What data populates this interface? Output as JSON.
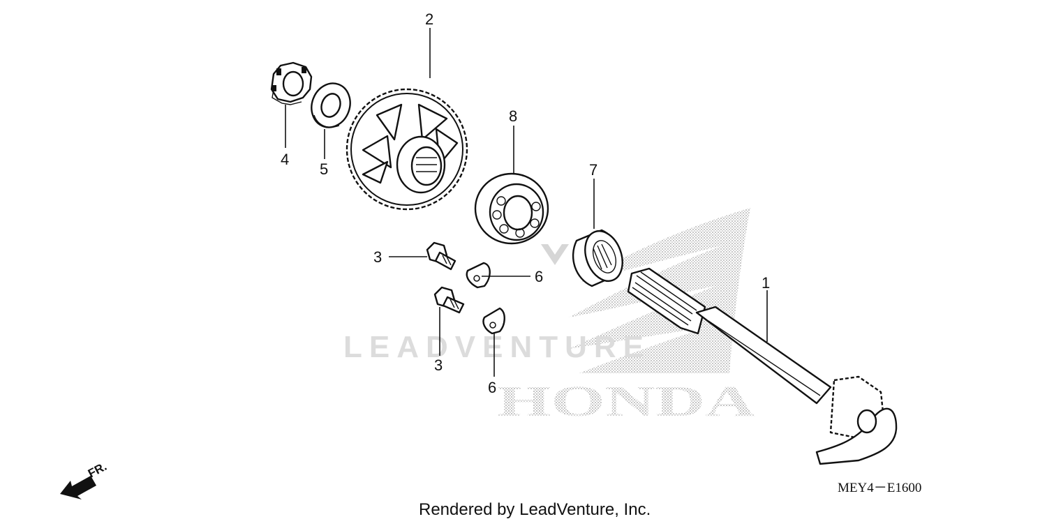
{
  "diagram": {
    "callouts": [
      {
        "id": "1",
        "label": "1"
      },
      {
        "id": "2",
        "label": "2"
      },
      {
        "id": "3a",
        "label": "3"
      },
      {
        "id": "3b",
        "label": "3"
      },
      {
        "id": "4",
        "label": "4"
      },
      {
        "id": "5",
        "label": "5"
      },
      {
        "id": "6a",
        "label": "6"
      },
      {
        "id": "6b",
        "label": "6"
      },
      {
        "id": "7",
        "label": "7"
      },
      {
        "id": "8",
        "label": "8"
      }
    ],
    "diagram_code": "MEY4－E1600",
    "direction_label": "FR."
  },
  "watermark": {
    "brand_text": "LEADVENTURE",
    "logo_text": "HONDA"
  },
  "footer": {
    "credit": "Rendered by LeadVenture, Inc."
  },
  "colors": {
    "line": "#111111",
    "watermark": "#dcdcdc",
    "dots": "#9a9a9a"
  },
  "icons": {
    "direction": "arrow-icon"
  }
}
